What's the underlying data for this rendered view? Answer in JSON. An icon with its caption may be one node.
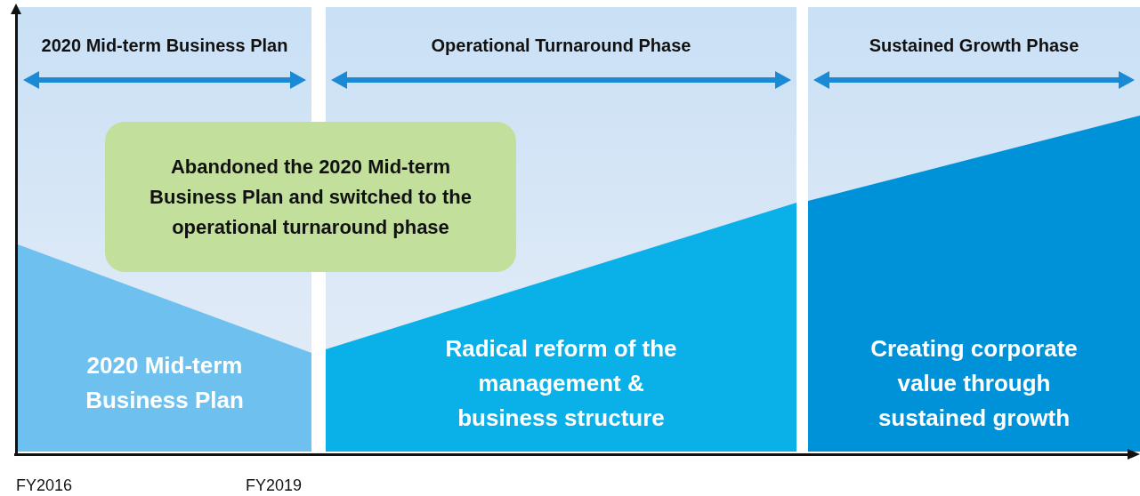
{
  "diagram": {
    "nodes": [
      {
        "text": [
          "2020 Mid-term Business Plan"
        ]
      },
      {
        "text": [
          "2020 Mid-term Business Plan"
        ],
        "in": 0
      },
      {
        "text": [
          "Operational Turnaround Phase"
        ]
      },
      {
        "text": [
          "Radical reform of the management & business structure"
        ],
        "in": 2
      },
      {
        "text": [
          "Sustained Growth Phase"
        ]
      },
      {
        "text": [
          "Creating corporate value through sustained growth"
        ],
        "in": 4
      },
      {
        "text": [
          "Abandoned the 2020 Mid-term Business Plan and switched to the operational turnaround phase"
        ]
      }
    ],
    "labels": [
      "FY2016",
      "FY2019"
    ]
  }
}
